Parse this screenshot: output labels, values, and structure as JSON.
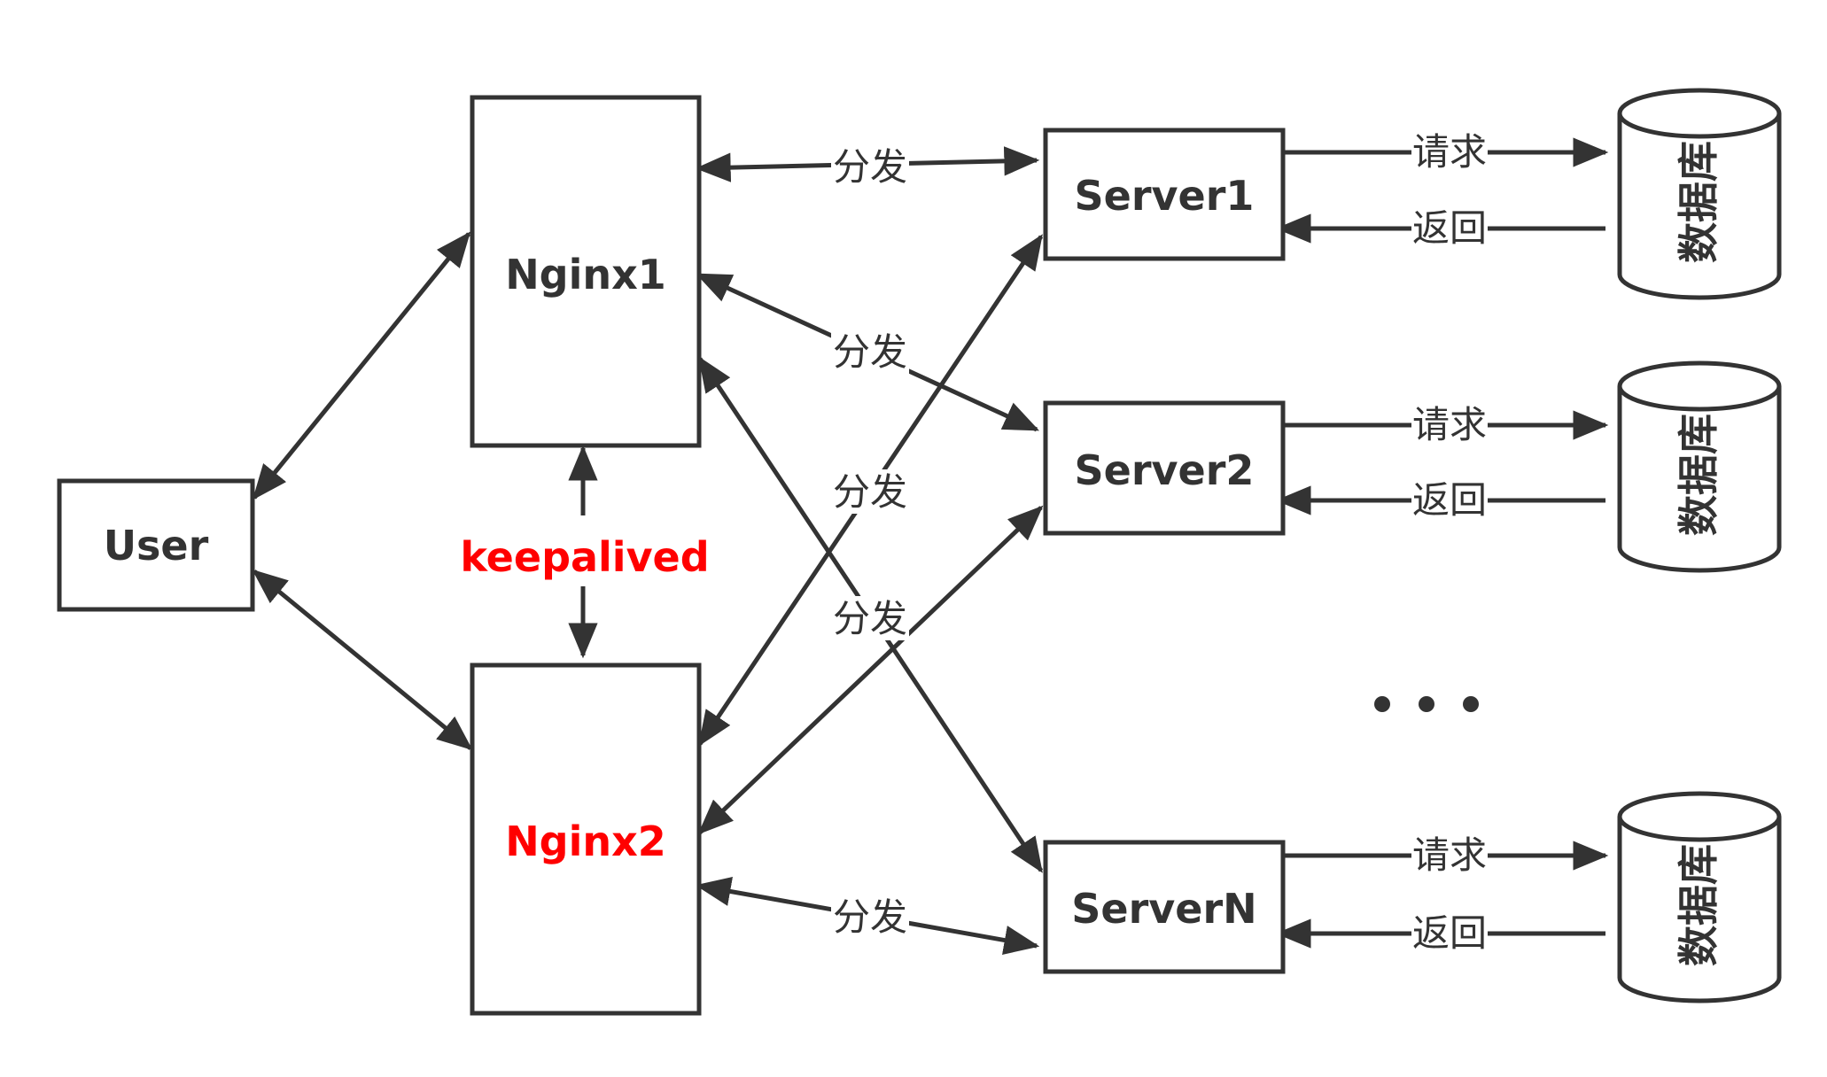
{
  "nodes": {
    "user": "User",
    "nginx1": "Nginx1",
    "nginx2": "Nginx2",
    "server1": "Server1",
    "server2": "Server2",
    "serverN": "ServerN"
  },
  "keepalived": "keepalived",
  "edge_labels": {
    "distribute": "分发",
    "request": "请求",
    "return": "返回"
  },
  "database_label": "数据库",
  "colors": {
    "line": "#333333",
    "highlight": "#ff0000",
    "background": "#ffffff"
  }
}
